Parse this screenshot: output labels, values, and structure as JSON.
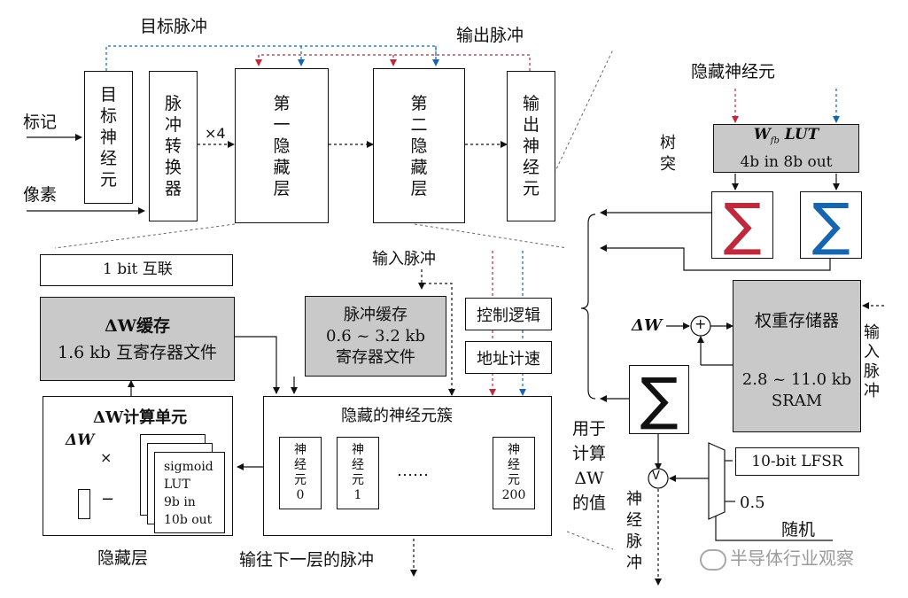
{
  "top": {
    "target_spike_label": "目标脉冲",
    "output_spike_label": "输出脉冲",
    "tag_label": "标记",
    "pixel_label": "像素",
    "times4_label": "×4",
    "target_neuron": [
      "目",
      "标",
      "神",
      "经",
      "元"
    ],
    "spike_converter": [
      "脉",
      "冲",
      "转",
      "换",
      "器"
    ],
    "hidden_layer_1": [
      "第",
      "一",
      "隐",
      "藏",
      "层"
    ],
    "hidden_layer_2": [
      "第",
      "二",
      "隐",
      "藏",
      "层"
    ],
    "output_neuron": [
      "输",
      "出",
      "神",
      "经",
      "元"
    ]
  },
  "left_panel": {
    "legend_label": "1 bit 互联",
    "input_spike_label": "输入脉冲",
    "dw_cache_title": "ΔW缓存",
    "dw_cache_sub": "1.6 kb 互寄存器文件",
    "spike_cache_title": "脉冲缓存",
    "spike_cache_size": "0.6 ~ 3.2 kb",
    "spike_cache_sub": "寄存器文件",
    "control_logic": "控制逻辑",
    "address_calc": "地址计速",
    "dw_unit_title": "ΔW计算单元",
    "dw_label": "ΔW",
    "sigmoid_lut": [
      "sigmoid",
      "LUT",
      "9b in",
      "10b out"
    ],
    "cluster_title": "隐藏的神经元簇",
    "neuron_0": [
      "神",
      "经",
      "元",
      "0"
    ],
    "neuron_1": [
      "神",
      "经",
      "元",
      "1"
    ],
    "ellipsis": "……",
    "neuron_200": [
      "神",
      "经",
      "元",
      "200"
    ],
    "hidden_layer_label": "隐藏层",
    "to_next_layer": "输往下一层的脉冲"
  },
  "right_panel": {
    "hidden_neuron_label": "隐藏神经元",
    "synapse_label": [
      "树",
      "突"
    ],
    "lut_title": "W",
    "lut_sub": "fb",
    "lut_title_rest": " LUT",
    "lut_bits": "4b in 8b out",
    "sigma_glyph": "∑",
    "dw_label": "ΔW",
    "weight_mem_title": "权重存储器",
    "weight_mem_size": "2.8 ~ 11.0 kb",
    "weight_mem_type": "SRAM",
    "input_spike_v": [
      "输",
      "入",
      "脉",
      "冲"
    ],
    "lfsr_label": "10-bit LFSR",
    "half_label": "0.5",
    "random_label": "随机",
    "neuron_spike_v": [
      "神",
      "经",
      "脉",
      "冲"
    ],
    "plus_glyph": "+",
    "compare_glyph": "V"
  },
  "middle": {
    "used_for": [
      "用于",
      "计算",
      "ΔW",
      "的值"
    ]
  },
  "watermark": "半导体行业观察",
  "colors": {
    "red": "#c0283c",
    "blue": "#1565b0",
    "panel": "#e0e0e0",
    "gray_box": "#c9c9c9"
  }
}
